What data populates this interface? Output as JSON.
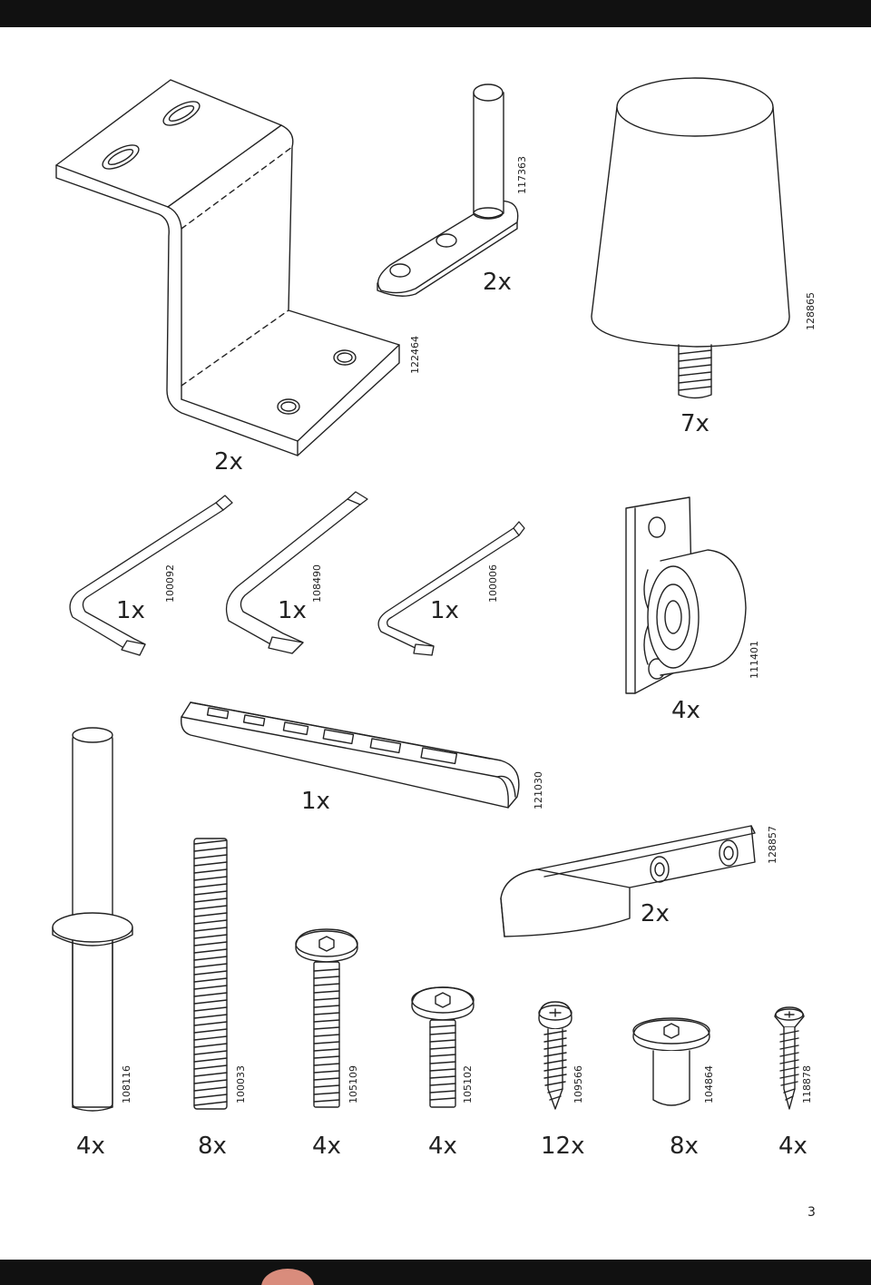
{
  "page_number": "3",
  "parts": [
    {
      "id": "bracket",
      "quantity": "2x",
      "article": "122464"
    },
    {
      "id": "hinge-pin",
      "quantity": "2x",
      "article": "117363"
    },
    {
      "id": "leg",
      "quantity": "7x",
      "article": "128865"
    },
    {
      "id": "hex-key-large",
      "quantity": "1x",
      "article": "100092"
    },
    {
      "id": "hex-key-medium",
      "quantity": "1x",
      "article": "108490"
    },
    {
      "id": "hex-key-small",
      "quantity": "1x",
      "article": "100006"
    },
    {
      "id": "roller-catch",
      "quantity": "4x",
      "article": "111401"
    },
    {
      "id": "rail",
      "quantity": "1x",
      "article": "121030"
    },
    {
      "id": "handle-strip",
      "quantity": "2x",
      "article": "128857"
    },
    {
      "id": "dowel",
      "quantity": "4x",
      "article": "108116"
    },
    {
      "id": "threaded-rod",
      "quantity": "8x",
      "article": "100033"
    },
    {
      "id": "bolt-long",
      "quantity": "4x",
      "article": "105109"
    },
    {
      "id": "bolt-short",
      "quantity": "4x",
      "article": "105102"
    },
    {
      "id": "screw-pan",
      "quantity": "12x",
      "article": "109566"
    },
    {
      "id": "barrel-nut",
      "quantity": "8x",
      "article": "104864"
    },
    {
      "id": "screw-countersunk",
      "quantity": "4x",
      "article": "118878"
    }
  ]
}
